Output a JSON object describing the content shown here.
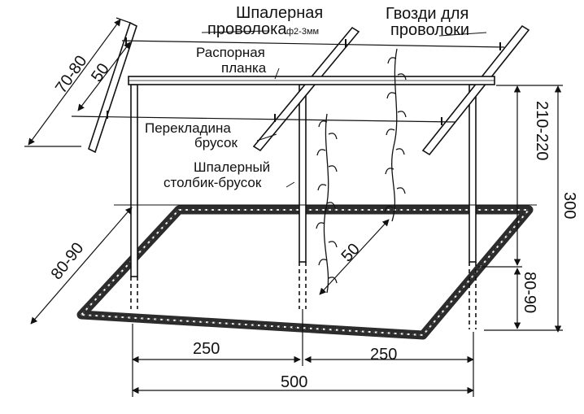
{
  "labels": {
    "wire_line1": "Шпалерная",
    "wire_line2": "проволока",
    "wire_spec": "ф2-3мм",
    "nails_line1": "Гвозди для",
    "nails_line2": "проволоки",
    "spacer_line1": "Распорная",
    "spacer_line2": "планка",
    "crossbar_line1": "Перекладина",
    "crossbar_line2": "брусок",
    "post_line1": "Шпалерный",
    "post_line2": "столбик-брусок"
  },
  "dimensions": {
    "top_outer": "70-80",
    "top_inner": "50",
    "post_height": "210-220",
    "total_height": "300",
    "depth_left": "80-90",
    "depth_right": "80-90",
    "plant_spacing": "50",
    "half_left": "250",
    "half_right": "250",
    "total_width": "500"
  },
  "colors": {
    "ink": "#111111",
    "soil": "#3a3a3a"
  }
}
